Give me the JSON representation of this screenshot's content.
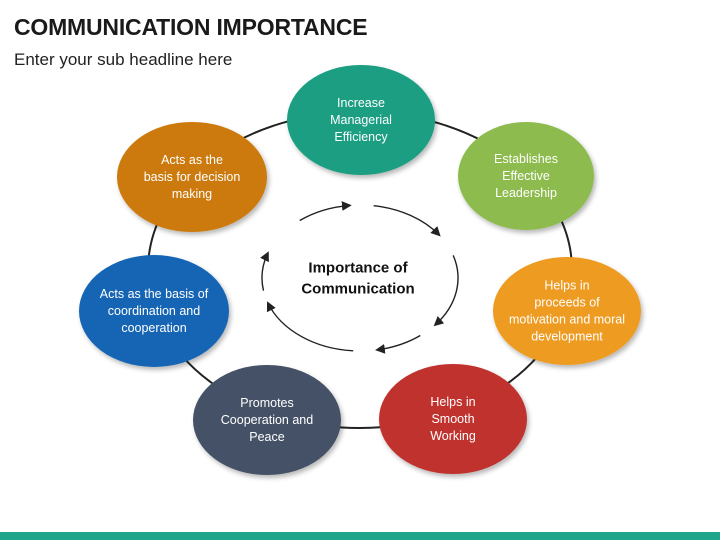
{
  "slide": {
    "title": "COMMUNICATION IMPORTANCE",
    "subtitle": "Enter your sub headline here",
    "footer_color": "#1ea58a"
  },
  "diagram": {
    "center_label": [
      "Importance of",
      "Communication"
    ],
    "nodes": [
      {
        "id": "increase-managerial-efficiency",
        "lines": [
          "Increase",
          "Managerial",
          "Efficiency"
        ],
        "color": "#1a9e82"
      },
      {
        "id": "establishes-effective-leadership",
        "lines": [
          "Establishes",
          "Effective",
          "Leadership"
        ],
        "color": "#8dbb4d"
      },
      {
        "id": "helps-in-proceeds-of-motivation",
        "lines": [
          "Helps in",
          "proceeds of",
          "motivation and moral",
          "development"
        ],
        "color": "#ee9b20"
      },
      {
        "id": "helps-in-smooth-working",
        "lines": [
          "Helps in",
          "Smooth",
          "Working"
        ],
        "color": "#c0322d"
      },
      {
        "id": "promotes-cooperation-and-peace",
        "lines": [
          "Promotes",
          "Cooperation and",
          "Peace"
        ],
        "color": "#445166"
      },
      {
        "id": "acts-as-basis-of-coordination",
        "lines": [
          "Acts as the basis of",
          "coordination and",
          "cooperation"
        ],
        "color": "#1465b5"
      },
      {
        "id": "acts-as-basis-for-decision-making",
        "lines": [
          "Acts as the",
          "basis for decision",
          "making"
        ],
        "color": "#cc7a0e"
      }
    ]
  }
}
